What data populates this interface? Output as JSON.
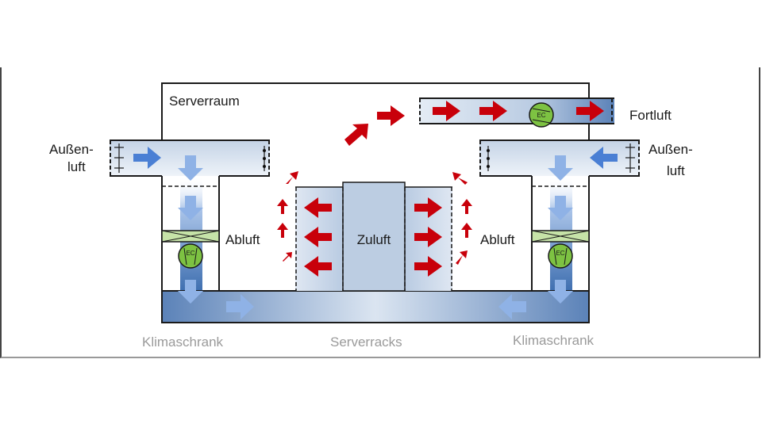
{
  "labels": {
    "room": "Serverraum",
    "outside_air_left_1": "Außen-",
    "outside_air_left_2": "luft",
    "outside_air_right_1": "Außen-",
    "outside_air_right_2": "luft",
    "exhaust_out": "Fortluft",
    "return_air_left": "Abluft",
    "return_air_right": "Abluft",
    "supply_air": "Zuluft",
    "cabinet_left": "Klimaschrank",
    "server_racks": "Serverracks",
    "cabinet_right": "Klimaschrank",
    "fan_label": "EC"
  },
  "colors": {
    "hot_air": "#c8000a",
    "cold_air": "#4a7fd4",
    "cold_air_light": "#8fb2e6",
    "duct_light": "#e6edf6",
    "duct_dark": "#5b82b8",
    "fan_green": "#7dc242",
    "filter_green": "#c6e3a8",
    "outline": "#1a1a1a"
  }
}
